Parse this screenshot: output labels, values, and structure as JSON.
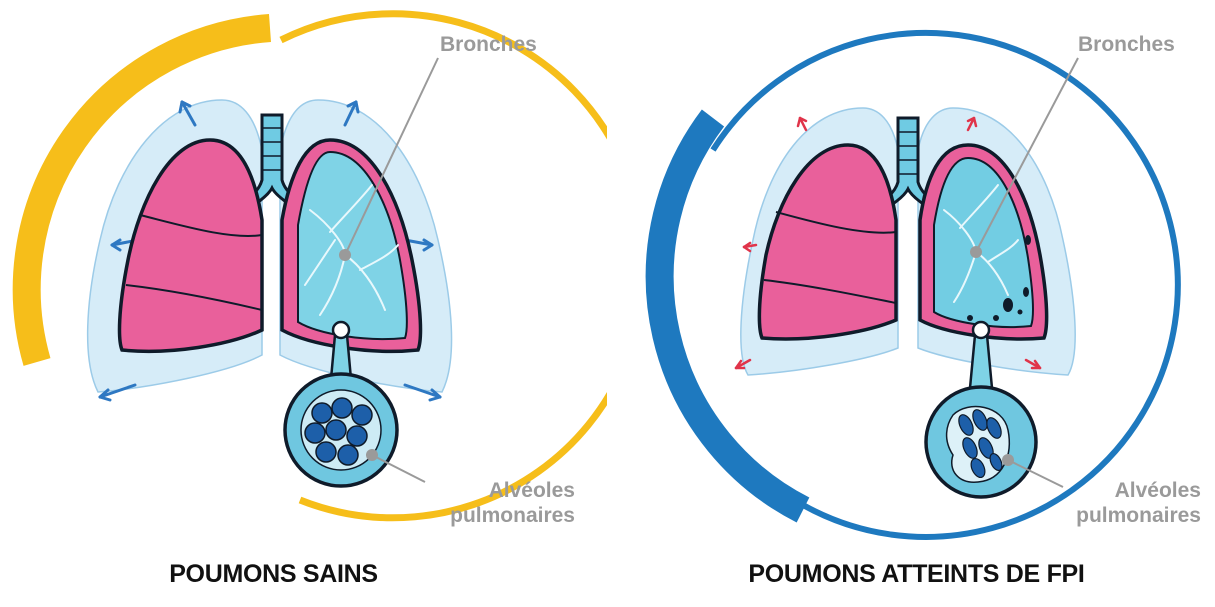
{
  "panels": [
    {
      "id": "healthy",
      "title": "POUMONS SAINS",
      "label_bronchi": "Bronches",
      "label_alveoli_line1": "Alvéoles",
      "label_alveoli_line2": "pulmonaires",
      "ring_color": "#F6BE1A",
      "arrow_color": "#2E78C2"
    },
    {
      "id": "ipf",
      "title": "POUMONS ATTEINTS DE FPI",
      "label_bronchi": "Bronches",
      "label_alveoli_line1": "Alvéoles",
      "label_alveoli_line2": "pulmonaires",
      "ring_color": "#1E79BF",
      "arrow_color": "#E0344A"
    }
  ],
  "colors": {
    "lung_pink": "#E9609B",
    "lung_cyan": "#7FD3E6",
    "pleura_blue": "#CDE8F7",
    "label_gray": "#9A9A9A"
  }
}
